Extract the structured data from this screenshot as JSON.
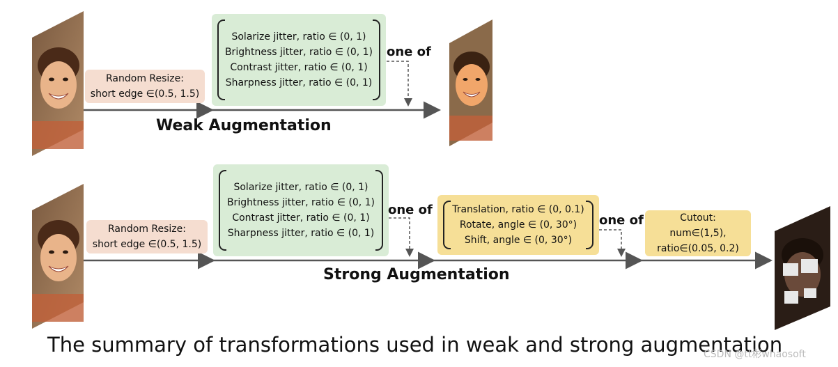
{
  "weak": {
    "resize_line1": "Random Resize:",
    "resize_line2": "short edge ∈(0.5, 1.5)",
    "jitter_items": [
      "Solarize jitter, ratio ∈ (0, 1)",
      "Brightness jitter, ratio ∈ (0, 1)",
      "Contrast jitter, ratio ∈ (0, 1)",
      "Sharpness jitter, ratio ∈ (0, 1)"
    ],
    "one_of": "one of",
    "title": "Weak Augmentation"
  },
  "strong": {
    "resize_line1": "Random Resize:",
    "resize_line2": "short edge ∈(0.5, 1.5)",
    "jitter_items": [
      "Solarize jitter, ratio ∈ (0, 1)",
      "Brightness jitter, ratio ∈ (0, 1)",
      "Contrast jitter, ratio ∈ (0, 1)",
      "Sharpness jitter, ratio ∈ (0, 1)"
    ],
    "one_of_1": "one of",
    "geo_items": [
      "Translation, ratio ∈ (0, 0.1)",
      "Rotate, angle ∈ (0, 30°)",
      "Shift, angle ∈ (0, 30°)"
    ],
    "one_of_2": "one of",
    "cutout_items": [
      "Cutout:",
      "num∈(1,5),",
      "ratio∈(0.05, 0.2)"
    ],
    "title": "Strong Augmentation"
  },
  "caption": "The summary of transformations used in weak and strong augmentation",
  "watermark": "CSDN @tt彬whaosoft",
  "colors": {
    "peach": "#f5ddd0",
    "green": "#d9ecd6",
    "yellow": "#f6df97",
    "arrow": "#555555"
  }
}
